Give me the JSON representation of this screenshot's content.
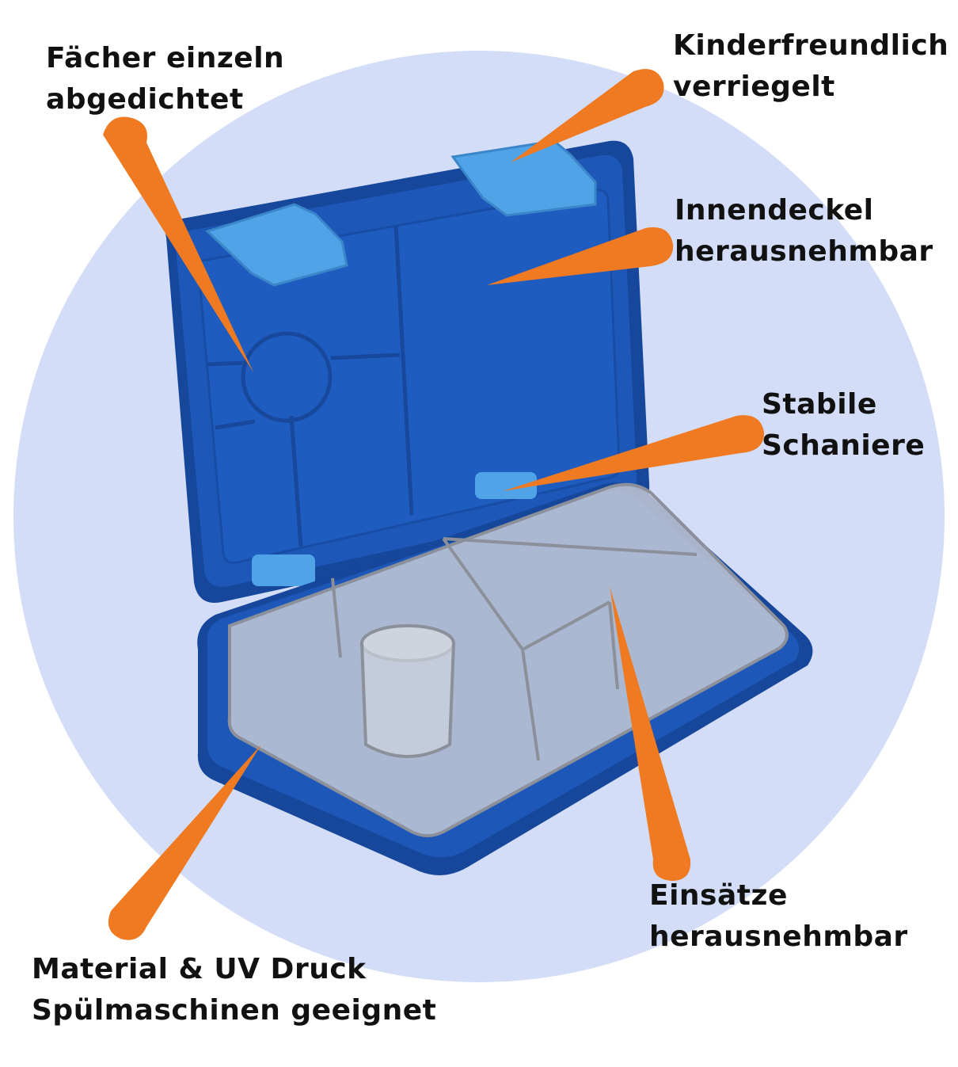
{
  "colors": {
    "background": "#ffffff",
    "circle": "#d3ddf7",
    "box_blue": "#1d57b8",
    "box_blue_dark": "#16479a",
    "box_blue_light": "#2a6bd0",
    "clip_blue": "#4fa3e6",
    "tray_clear": "#b8bfcc",
    "pointer_orange": "#ef7a22",
    "text": "#111111"
  },
  "callouts": {
    "compartments_sealed": {
      "line1": "Fächer einzeln",
      "line2": "abgedichtet",
      "icon": "pointer-arrow"
    },
    "child_lock": {
      "line1": "Kinderfreundlich",
      "line2": "verriegelt",
      "icon": "pointer-arrow"
    },
    "inner_lid": {
      "line1": "Innendeckel",
      "line2": "herausnehmbar",
      "icon": "pointer-arrow"
    },
    "hinges": {
      "line1": "Stabile",
      "line2": "Schaniere",
      "icon": "pointer-arrow"
    },
    "inserts": {
      "line1": "Einsätze",
      "line2": "herausnehmbar",
      "icon": "pointer-arrow"
    },
    "dishwasher": {
      "line1": "Material & UV Druck",
      "line2": "Spülmaschinen geeignet",
      "icon": "pointer-arrow"
    }
  }
}
